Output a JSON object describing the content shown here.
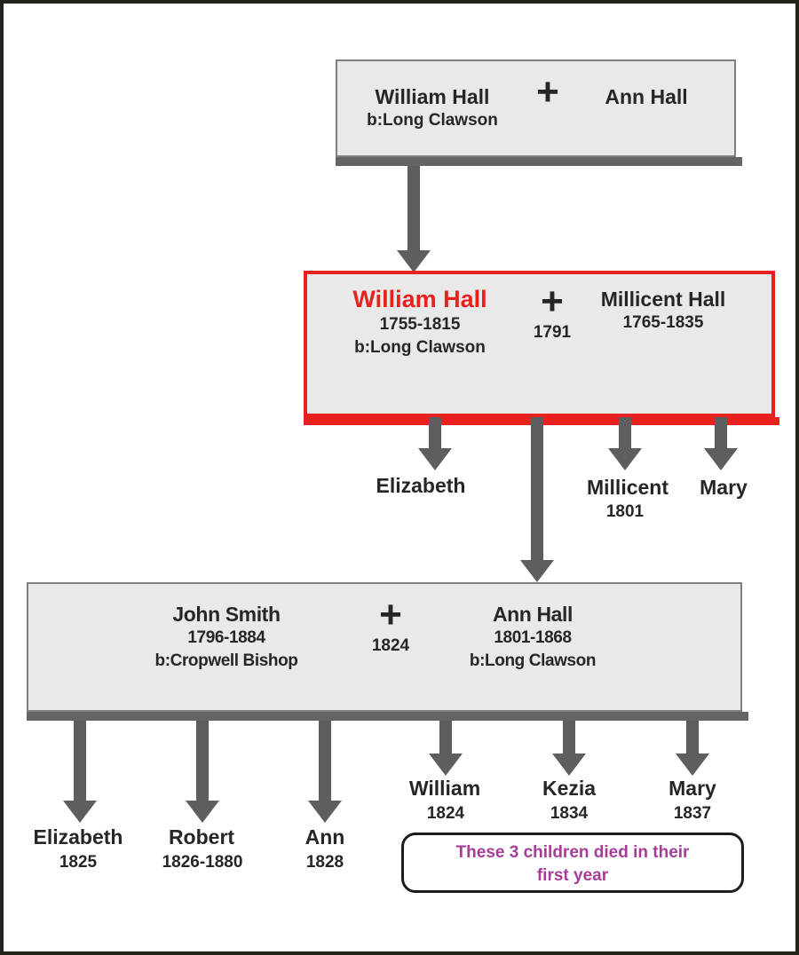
{
  "couples": [
    {
      "left": {
        "name": "William Hall",
        "birth": "b:Long Clawson"
      },
      "plus": "+",
      "right": {
        "name": "Ann Hall"
      }
    },
    {
      "left": {
        "name": "William Hall",
        "years": "1755-1815",
        "birth": "b:Long Clawson"
      },
      "plus": "+",
      "marriage_year": "1791",
      "right": {
        "name": "Millicent Hall",
        "years": "1765-1835"
      }
    },
    {
      "left": {
        "name": "John Smith",
        "years": "1796-1884",
        "birth": "b:Cropwell Bishop"
      },
      "plus": "+",
      "marriage_year": "1824",
      "right": {
        "name": "Ann Hall",
        "years": "1801-1868",
        "birth": "b:Long Clawson"
      }
    }
  ],
  "children_gen2": [
    {
      "name": "Elizabeth"
    },
    {
      "name": "Millicent",
      "year": "1801"
    },
    {
      "name": "Mary"
    }
  ],
  "children_gen3": [
    {
      "name": "Elizabeth",
      "year": "1825"
    },
    {
      "name": "Robert",
      "year": "1826-1880"
    },
    {
      "name": "Ann",
      "year": "1828"
    },
    {
      "name": "William",
      "year": "1824"
    },
    {
      "name": "Kezia",
      "year": "1834"
    },
    {
      "name": "Mary",
      "year": "1837"
    }
  ],
  "note": {
    "line1": "These 3 children died in their",
    "line2": "first year"
  },
  "colors": {
    "highlight_red": "#e8211f",
    "note_purple": "#a63d97",
    "arrow_gray": "#5e5e60",
    "box_fill": "#e9e9e9",
    "box_border": "#7f7f7f",
    "box_shadow": "#646464",
    "text": "#262626",
    "outer_border": "#23231b"
  }
}
